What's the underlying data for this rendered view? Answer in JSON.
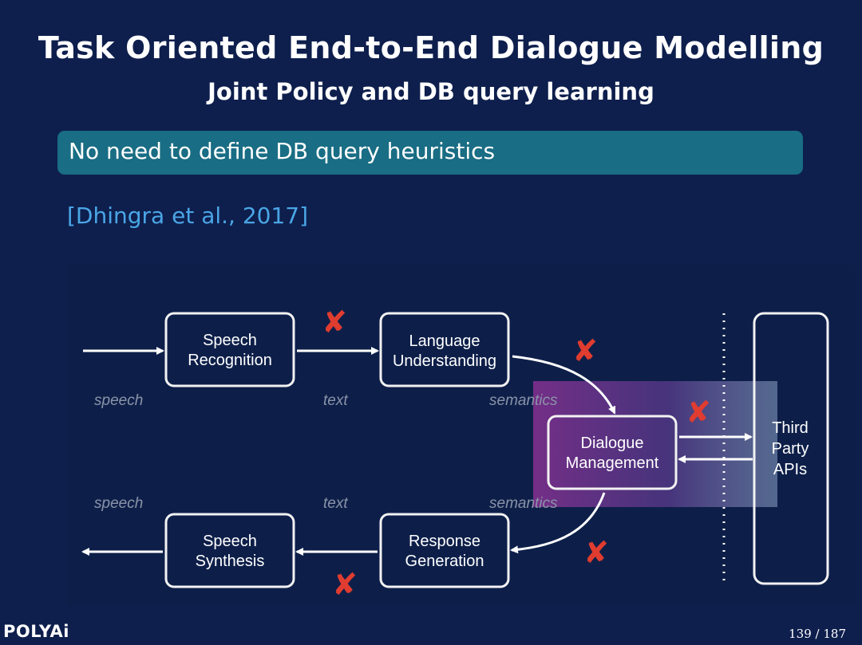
{
  "slide": {
    "title": "Task Oriented End-to-End Dialogue Modelling",
    "subtitle": "Joint Policy and DB query learning",
    "banner": "No need to define DB query heuristics",
    "citation": "[Dhingra et al., 2017]",
    "logo": "POLYAi",
    "page": "139 / 187"
  },
  "diagram": {
    "boxes": {
      "asr": [
        "Speech",
        "Recognition"
      ],
      "nlu": [
        "Language",
        "Understanding"
      ],
      "dm": [
        "Dialogue",
        "Management"
      ],
      "apis": [
        "Third",
        "Party",
        "APIs"
      ],
      "nlg": [
        "Response",
        "Generation"
      ],
      "tts": [
        "Speech",
        "Synthesis"
      ]
    },
    "labels": {
      "top_speech": "speech",
      "top_text": "text",
      "top_semantics": "semantics",
      "bottom_speech": "speech",
      "bottom_text": "text",
      "bottom_semantics": "semantics"
    },
    "cross_mark": "✘",
    "colors": {
      "background": "#0e1f4d",
      "banner": "#196d84",
      "citation": "#4aa6e6",
      "cross": "#e03c2f",
      "label": "#8a93a8",
      "highlight": "#7a2f8a"
    }
  }
}
